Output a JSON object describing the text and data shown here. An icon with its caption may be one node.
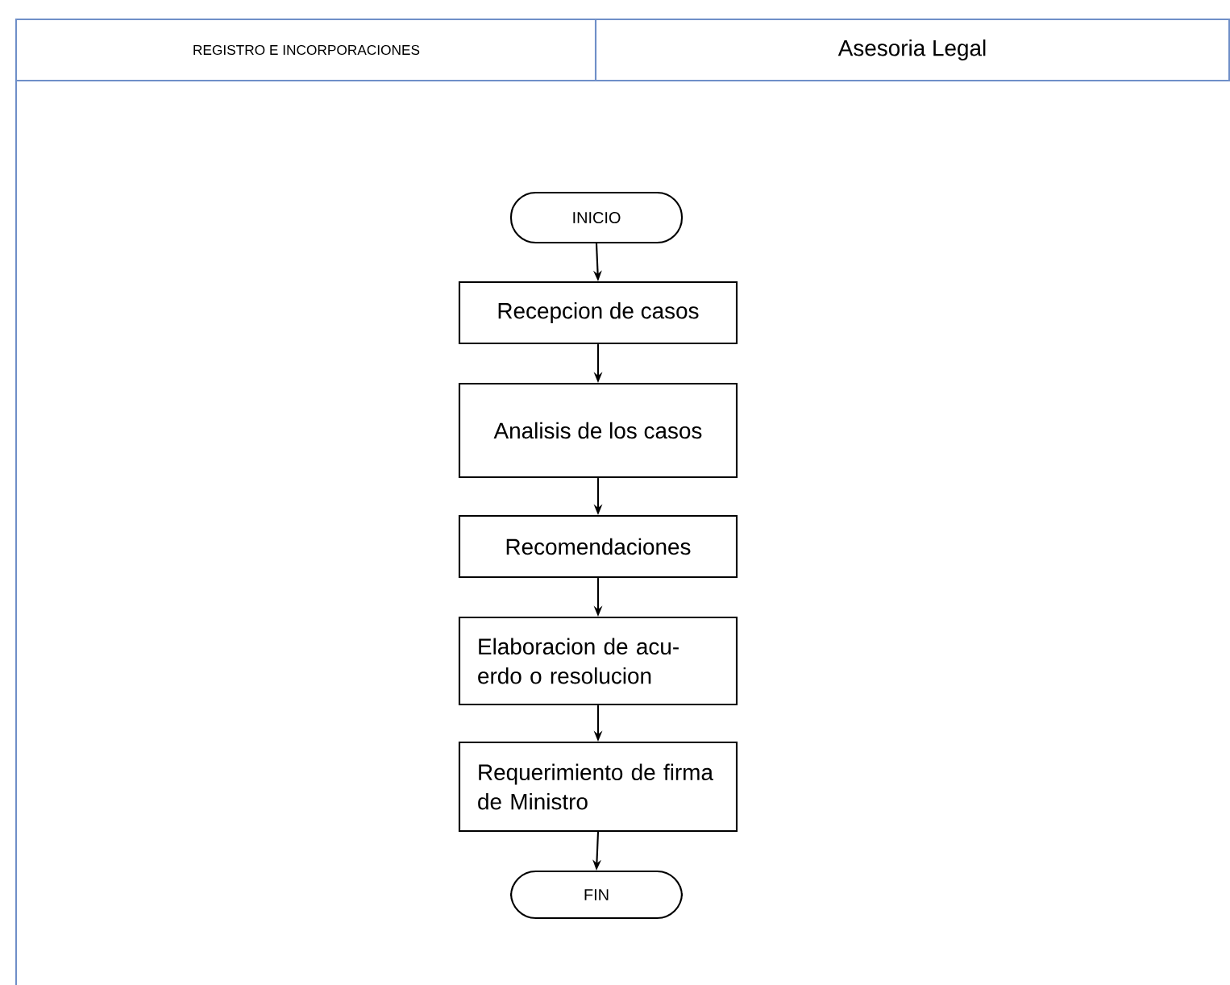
{
  "diagram": {
    "nodes": [
      {
        "text": [
          "REGISTRO E INCORPORACIONES"
        ]
      },
      {
        "text": [
          "Asesoria Legal"
        ]
      },
      {
        "text": [
          "INICIO"
        ]
      },
      {
        "text": [
          "Recepcion de casos"
        ]
      },
      {
        "text": [
          "Analisis de los casos"
        ]
      },
      {
        "text": [
          "Recomendaciones"
        ]
      },
      {
        "text": [
          "Elaboracion de acu-erdo o resolucion"
        ]
      },
      {
        "text": [
          "Requerimiento de firma de Ministro"
        ]
      },
      {
        "text": [
          "FIN"
        ]
      }
    ],
    "edges": [
      {
        "from": 2,
        "to": 3,
        "arrow": "to"
      },
      {
        "from": 3,
        "to": 4,
        "arrow": "to"
      },
      {
        "from": 4,
        "to": 5,
        "arrow": "to"
      },
      {
        "from": 5,
        "to": 6,
        "arrow": "to"
      },
      {
        "from": 6,
        "to": 7,
        "arrow": "to"
      },
      {
        "from": 7,
        "to": 8,
        "arrow": "to"
      }
    ]
  }
}
